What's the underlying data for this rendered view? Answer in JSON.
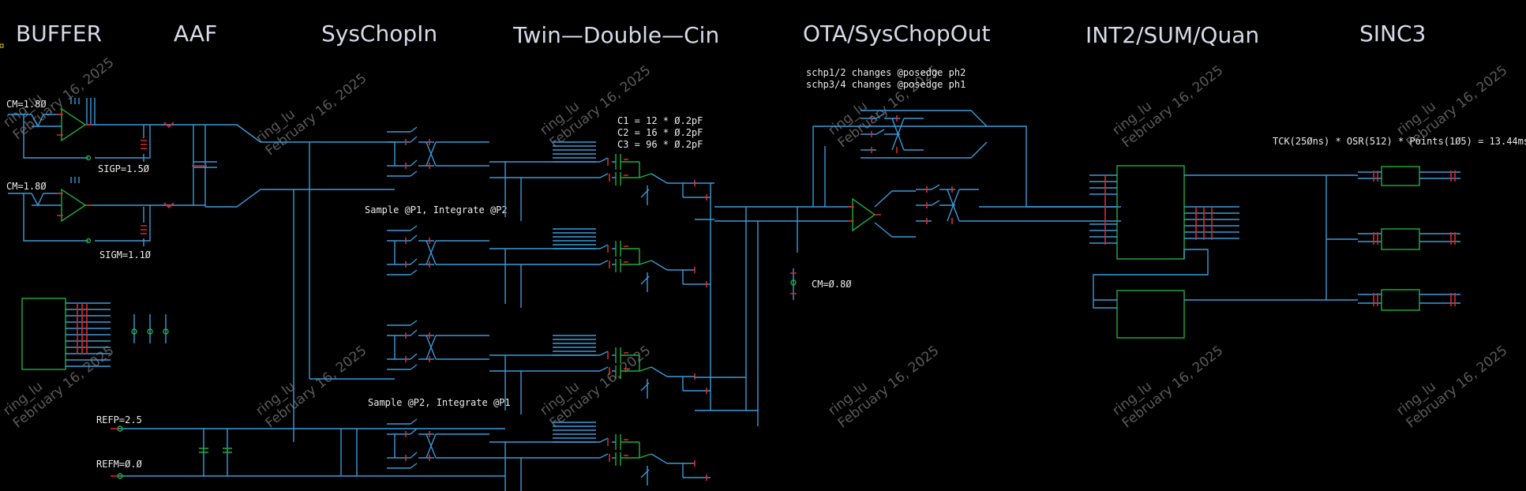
{
  "section_titles": [
    "BUFFER",
    "AAF",
    "SysChopIn",
    "Twin—Double—Cin",
    "OTA/SysChopOut",
    "INT2/SUM/Quan",
    "SINC3"
  ],
  "notes": {
    "cm_top": "CM=1.8Ø",
    "cm_bottom": "CM=1.8Ø",
    "sigp": "SIGP=1.5Ø",
    "sigm": "SIGM=1.1Ø",
    "refp": "REFP=2.5",
    "refm": "REFM=Ø.Ø",
    "cm_ota": "CM=Ø.8Ø",
    "sample_p1": "Sample @P1, Integrate @P2",
    "sample_p2": "Sample @P2, Integrate @P1",
    "c1": "C1 = 12 * Ø.2pF",
    "c2": "C2 = 16 * Ø.2pF",
    "c3": "C3 = 96 * Ø.2pF",
    "schp12": "schp1/2 changes @posedge ph2",
    "schp34": "schp3/4 changes @posedge ph1",
    "tck": "TCK(25Øns) * OSR(512) * Points(1Ø5) = 13.44ms"
  },
  "watermark": {
    "user": "ring_lu",
    "date": "February 16, 2025"
  },
  "colors": {
    "background": "#000000",
    "wire": "#3a9ad9",
    "device": "#1fae3c",
    "pin": "#e0252d",
    "text": "#ececec",
    "title": "#d6dbe6",
    "watermark": "#5b5b5b"
  }
}
